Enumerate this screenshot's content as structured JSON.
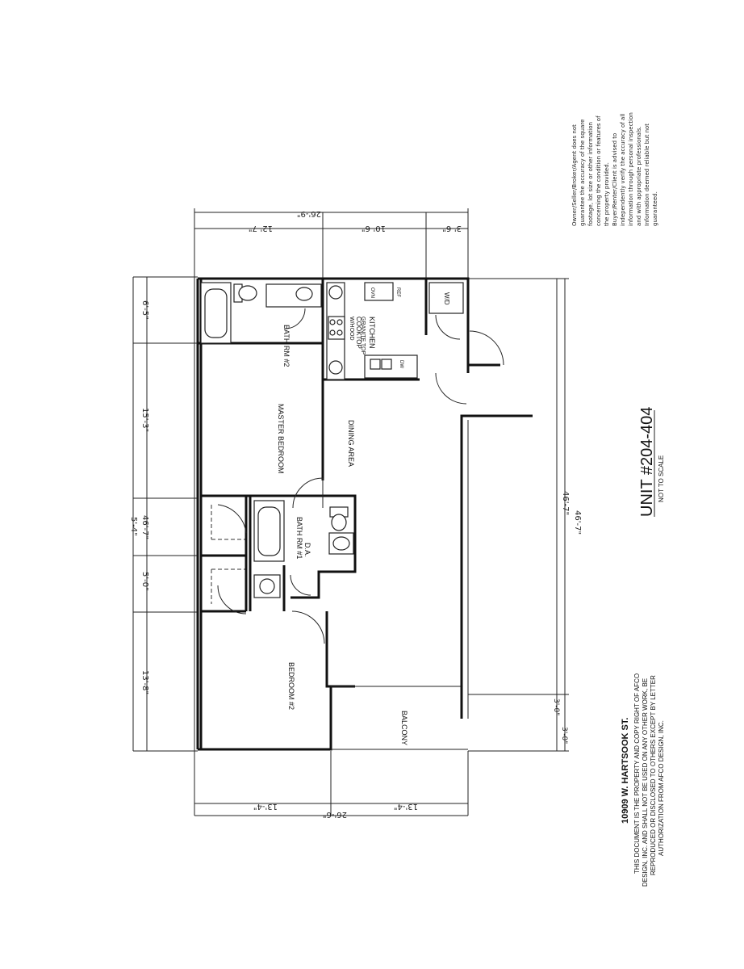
{
  "rooms": {
    "bath2": "BATH RM #2",
    "master": "MASTER BEDROOM",
    "kitchen": "KITCHEN",
    "kitchen_note": "GRANITE TOP",
    "cooktop": "COOKTOP",
    "cooktop_note": "W/HOOD",
    "dining": "DINING AREA",
    "bath1": "BATH RM #1",
    "bath1_sub": "D.A.",
    "bedroom2": "BEDROOM #2",
    "balcony": "BALCONY",
    "wd": "W/D",
    "dw": "DW",
    "ref": "REF",
    "ovn": "OVN"
  },
  "dimensions": {
    "top_total": "46'-7\"",
    "top_segments": [
      "13'-8\"",
      "5'-0\"",
      "5'-4\"",
      "15'-3\"",
      "6'-5\""
    ],
    "right_total": "46'-7\"",
    "right_total_inner": "46'-7\"",
    "left_total": "26'-9\"",
    "left_segments": [
      "12'-7\"",
      "10'-6\"",
      "3'-6\""
    ],
    "bottom_total": "26'-6\"",
    "bottom_segments": [
      "13'-4\"",
      "13'-4\""
    ],
    "bottom_small_left": "3'-0\"",
    "bottom_small_right": "3'-0\""
  },
  "unit": {
    "title": "UNIT #204-404",
    "subtitle": "NOT TO SCALE"
  },
  "address": "10909 W. HARTSOOK ST.",
  "copyright_lines": [
    "THIS DOCUMENT IS THE PROPERTY AND COPY RIGHT OF AFCO",
    "DESIGN, INC. AND SHALL NOT BE USED ON ANY OTHER WORK, BE",
    "REPRODUCED OR DISCLOSED TO OTHERS EXCEPT BY LETTER",
    "AUTHORIZATION FROM AFCO DESIGN, INC."
  ],
  "disclaimer_lines": [
    "Owner/Seller/Broker/Agent does not",
    "guarantee the accuracy of the square",
    "footage, lot size or other information",
    "concerning the condition or features of",
    "the property provided.",
    "Buyer/Renter/Client is advised to",
    "independently verify the accuracy of all",
    "information through personal inspection",
    "and with appropriate professionals.",
    "Information deemed reliable but not",
    "guaranteed."
  ]
}
